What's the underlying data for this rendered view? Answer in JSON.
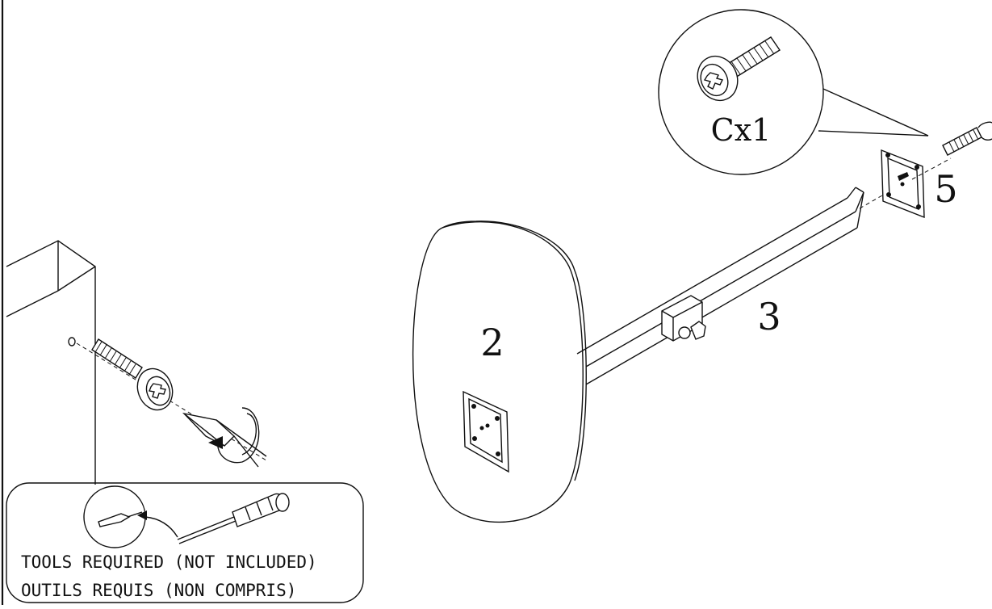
{
  "labels": {
    "hardware_qty": "Cx1",
    "part_table_top": "2",
    "part_column": "3",
    "part_bracket": "5"
  },
  "tools_box": {
    "line_en": "TOOLS REQUIRED (NOT INCLUDED)",
    "line_fr": "OUTILS REQUIS (NON COMPRIS)"
  },
  "colors": {
    "ink": "#111111",
    "paper": "#ffffff"
  },
  "icons": [
    "screw-icon",
    "screwdriver-icon",
    "rotation-arrow-icon",
    "hardware-callout-icon"
  ]
}
